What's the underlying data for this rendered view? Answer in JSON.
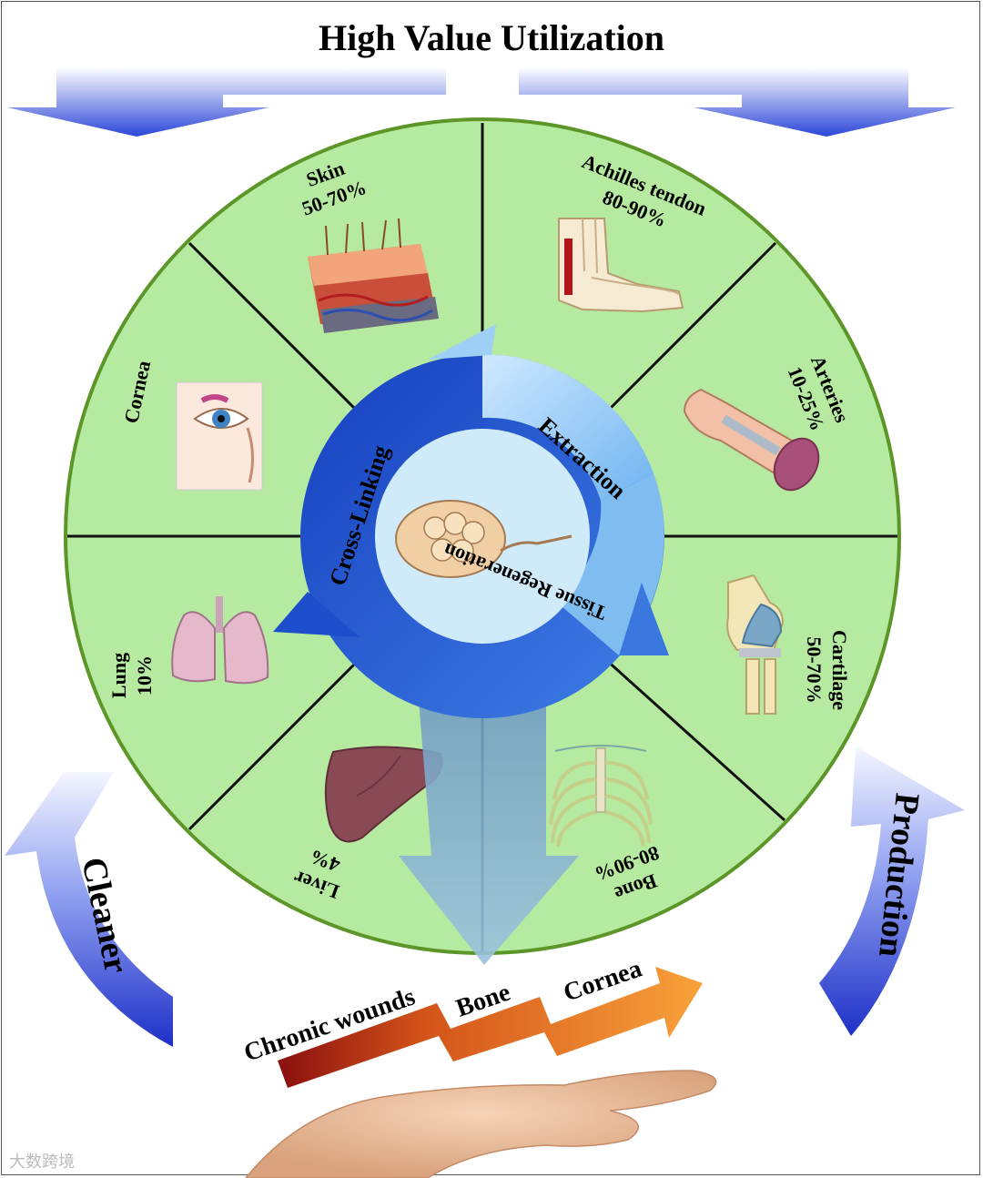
{
  "title": "High Value Utilization",
  "colors": {
    "wheel_fill": "#b6eaa0",
    "wheel_border": "#5c9628",
    "blue_dark": "#1d4fcc",
    "blue_light": "#9ed0f6",
    "orange": "#f08a1a",
    "dark_red": "#8a0f0f"
  },
  "sectors": {
    "skin": {
      "name": "Skin",
      "value": "50-70%",
      "icon": "skin-layers-illustration"
    },
    "tendon": {
      "name": "Achilles tendon",
      "value": "80-90%",
      "icon": "foot-tendon-illustration"
    },
    "arteries": {
      "name": "Arteries",
      "value": "10-25%",
      "icon": "artery-illustration"
    },
    "cartilage": {
      "name": "Cartilage",
      "value": "50-70%",
      "icon": "knee-joint-illustration"
    },
    "bone": {
      "name": "Bone",
      "value": "80-90%",
      "icon": "ribcage-illustration"
    },
    "liver": {
      "name": "Liver",
      "value": "4%",
      "icon": "liver-illustration"
    },
    "lung": {
      "name": "Lung",
      "value": "10%",
      "icon": "lungs-illustration"
    },
    "cornea": {
      "name": "Cornea",
      "icon": "eye-illustration"
    }
  },
  "cycle": {
    "cross_linking": "Cross-Linking",
    "extraction": "Extraction",
    "tissue_regeneration": "Tissue Regeneration",
    "center_icon": "collagen-fiber-illustration"
  },
  "side_arrows": {
    "left": "Cleaner",
    "right": "Production"
  },
  "applications": [
    "Chronic wounds",
    "Bone",
    "Cornea"
  ],
  "hand_icon": "open-hand-illustration",
  "watermark": "大数跨境"
}
